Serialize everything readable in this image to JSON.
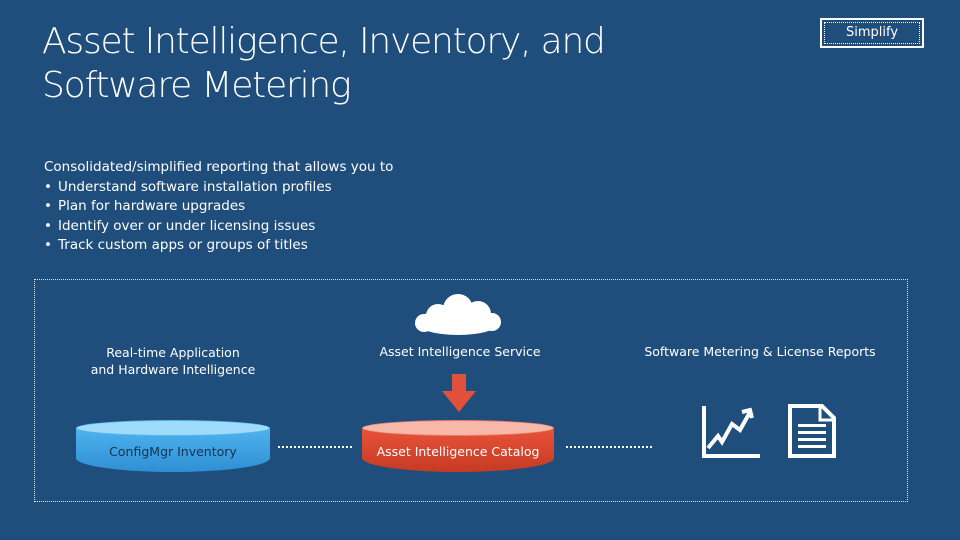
{
  "title": {
    "line1": "Asset Intelligence, Inventory, and",
    "line2": "Software Metering"
  },
  "badge": {
    "label": "Simplify"
  },
  "intro": {
    "lead": "Consolidated/simplified reporting that allows you to",
    "bullets": [
      "Understand software installation profiles",
      "Plan for hardware upgrades",
      "Identify over or under licensing issues",
      "Track custom apps or groups of titles"
    ]
  },
  "diagram": {
    "realtime_label_line1": "Real-time Application",
    "realtime_label_line2": "and Hardware Intelligence",
    "service_label": "Asset Intelligence Service",
    "reports_label": "Software Metering & License Reports",
    "inventory_db": "ConfigMgr Inventory",
    "catalog_db": "Asset Intelligence Catalog",
    "icons": {
      "cloud": "cloud-icon",
      "arrow": "arrow-down-icon",
      "chart": "line-chart-icon",
      "report": "report-document-icon"
    },
    "colors": {
      "background": "#1f4e7d",
      "inventory_db": "#3a9fe0",
      "catalog_db": "#d9452d",
      "arrow": "#e0503a"
    }
  }
}
